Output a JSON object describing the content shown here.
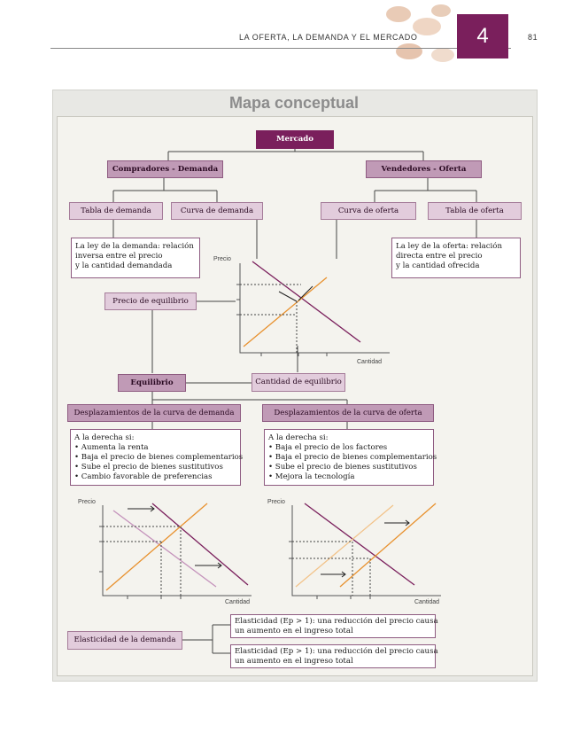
{
  "header": {
    "running_title": "LA OFERTA, LA DEMANDA Y EL MERCADO",
    "chapter": "4",
    "page": "81"
  },
  "title": "Mapa conceptual",
  "nodes": {
    "mercado": "Mercado",
    "compradores": "Compradores - Demanda",
    "vendedores": "Vendedores - Oferta",
    "tabla_demanda": "Tabla de demanda",
    "curva_demanda": "Curva de demanda",
    "curva_oferta": "Curva de oferta",
    "tabla_oferta": "Tabla de oferta",
    "ley_demanda": [
      "La ley de la demanda: relación",
      "inversa entre el precio",
      "y la cantidad demandada"
    ],
    "ley_oferta": [
      "La ley de la oferta: relación",
      "directa entre el precio",
      "y la cantidad ofrecida"
    ],
    "precio_equilibrio": "Precio de equilibrio",
    "equilibrio": "Equilibrio",
    "cantidad_equilibrio": "Cantidad de equilibrio",
    "desp_demanda": "Desplazamientos de la curva de demanda",
    "desp_oferta": "Desplazamientos de la curva de oferta",
    "lista_demanda": [
      "A la derecha si:",
      "• Aumenta la renta",
      "• Baja el precio de bienes complementarios",
      "• Sube el precio de bienes sustitutivos",
      "• Cambio favorable de preferencias"
    ],
    "lista_oferta": [
      "A la derecha si:",
      "• Baja el precio de los factores",
      "• Baja el precio de bienes complementarios",
      "• Sube el precio de bienes sustitutivos",
      "• Mejora la tecnología"
    ],
    "elasticidad": "Elasticidad de la demanda",
    "elast_1": [
      "Elasticidad (Ep > 1): una reducción del precio causa",
      "un aumento en el ingreso total"
    ],
    "elast_2": [
      "Elasticidad (Ep > 1): una reducción del precio causa",
      "un aumento en el ingreso total"
    ]
  },
  "graphs": {
    "precio": "Precio",
    "cantidad": "Cantidad"
  },
  "colors": {
    "demand": "#7a1f5c",
    "supply": "#e8912e",
    "shifted_demand": "#c492bb",
    "shifted_supply": "#f2c38a"
  }
}
